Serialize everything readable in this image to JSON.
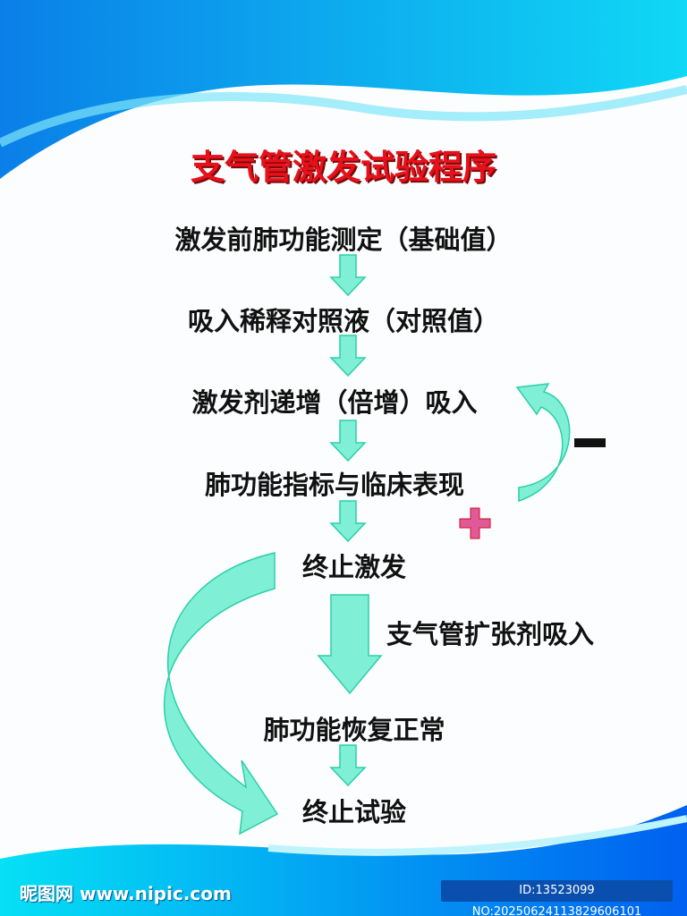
{
  "title": "支气管激发试验程序",
  "steps": [
    "激发前肺功能测定（基础值）",
    "吸入稀释对照液（对照值）",
    "激发剂递增（倍增）吸入",
    "肺功能指标与临床表现",
    "终止激发",
    "肺功能恢复正常",
    "终止试验"
  ],
  "side_label": "支气管扩张剂吸入",
  "signs": {
    "minus": "−",
    "plus": "+"
  },
  "watermark": {
    "logo": "昵图网 www.nipic.com",
    "id": "ID:13523099 NO:20250624113829606101"
  },
  "colors": {
    "title": "#e8101a",
    "arrow": "#7ff0d6",
    "arrow_stroke": "#2ccfa8",
    "plus": "#e05a9a",
    "banner": "#0a8ff0"
  }
}
